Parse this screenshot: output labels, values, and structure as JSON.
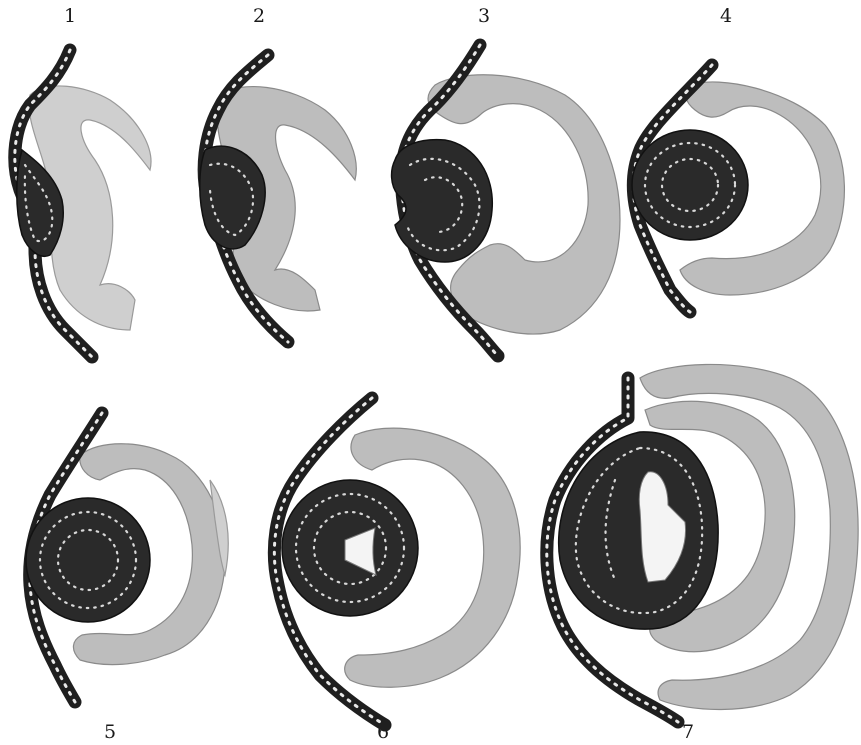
{
  "plate": {
    "figures": [
      {
        "number": "1"
      },
      {
        "number": "2"
      },
      {
        "number": "3"
      },
      {
        "number": "4"
      },
      {
        "number": "5"
      },
      {
        "number": "6"
      },
      {
        "number": "7"
      }
    ]
  }
}
